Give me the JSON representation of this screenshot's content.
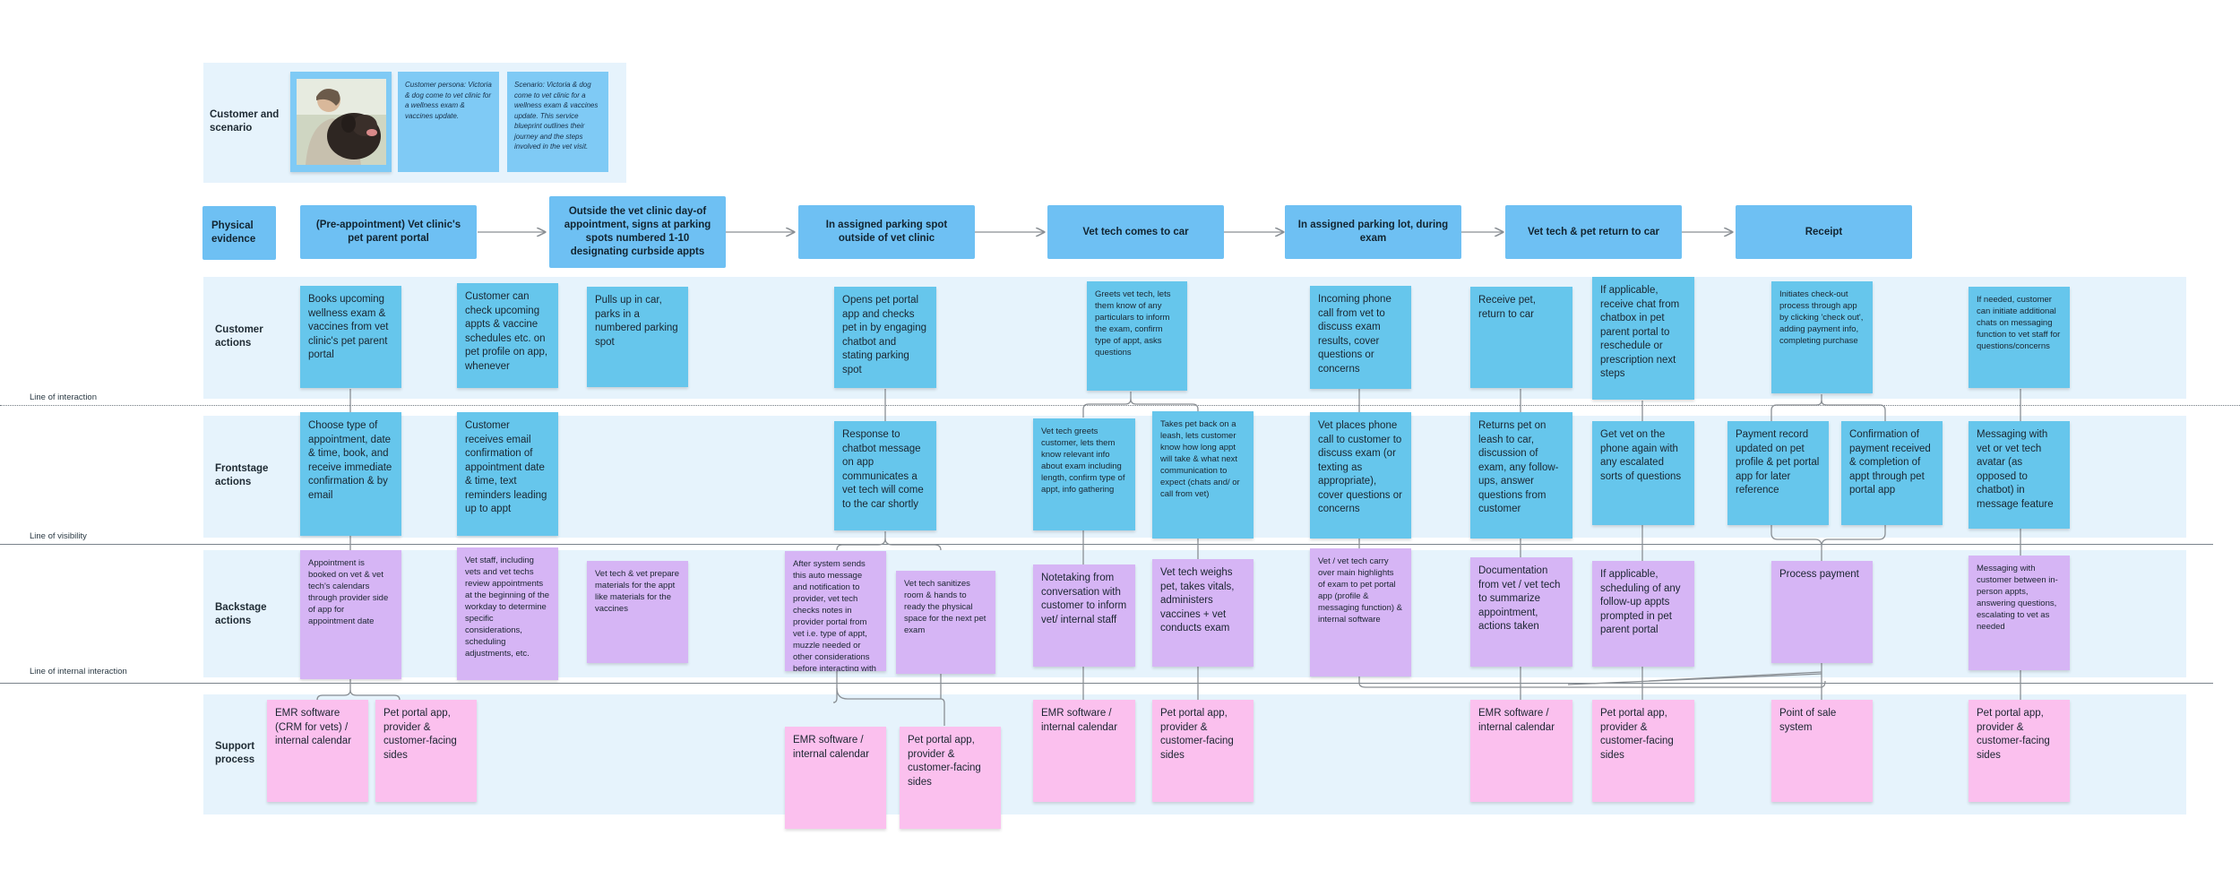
{
  "rows": {
    "customer_scenario": "Customer and scenario",
    "physical_evidence": "Physical evidence",
    "customer_actions": "Customer actions",
    "frontstage_actions": "Frontstage actions",
    "backstage_actions": "Backstage actions",
    "support_process": "Support process"
  },
  "lines": {
    "interaction": "Line of interaction",
    "visibility": "Line of visibility",
    "internal_interaction": "Line of internal interaction"
  },
  "scenario": {
    "photo_alt": "Photo of Victoria and her dog",
    "persona": "Customer persona: Victoria & dog come to vet clinic for a wellness exam & vaccines update.",
    "scenario": "Scenario: Victoria & dog come to vet clinic for a wellness exam & vaccines update. This service blueprint outlines their journey and the steps involved in the vet visit."
  },
  "physical_evidence": [
    "(Pre-appointment) Vet clinic's pet parent portal",
    "Outside the vet clinic day-of appointment, signs at parking spots numbered 1-10 designating curbside appts",
    "In assigned parking spot outside of vet clinic",
    "Vet tech comes to car",
    "In assigned parking lot, during exam",
    "Vet tech & pet return to car",
    "Receipt"
  ],
  "customer_actions": [
    "Books upcoming wellness exam & vaccines from vet clinic's pet parent portal",
    "Customer can check upcoming appts & vaccine schedules etc. on pet profile on app, whenever",
    "Pulls up in car, parks in a numbered parking spot",
    "Opens pet portal app and checks pet in by engaging chatbot and stating parking spot",
    "Greets vet tech, lets them know of any particulars to inform the exam, confirm type of appt, asks questions",
    "Incoming phone call from vet to discuss exam results, cover questions or concerns",
    "Receive pet, return to car",
    "If applicable, receive chat from chatbox in pet parent portal to reschedule or prescription next steps",
    "Initiates check-out process through app by clicking 'check out', adding payment info, completing purchase",
    "If needed, customer can initiate additional chats on messaging function to vet staff for questions/concerns"
  ],
  "frontstage_actions": [
    "Choose type of appointment, date & time, book, and receive immediate confirmation & by email",
    "Customer receives email confirmation of appointment date & time, text reminders leading up to appt",
    "Response to chatbot message on app communicates a vet tech will come to the car shortly",
    "Vet tech greets customer, lets them know relevant info about exam including length, confirm type of appt, info gathering",
    "Takes pet back on a leash, lets customer know how long appt will take & what next communication to expect (chats and/ or call from vet)",
    "Vet places phone call to customer to discuss exam (or texting as appropriate), cover questions or concerns",
    "Returns pet on leash to car, discussion of exam, any follow-ups, answer questions from customer",
    "Get vet on the phone again with any escalated sorts of questions",
    "Payment record updated on pet profile & pet portal app for later reference",
    "Confirmation of payment received & completion of appt through pet portal app",
    "Messaging with vet or vet tech avatar (as opposed to chatbot) in message feature"
  ],
  "backstage_actions": [
    "Appointment is booked on vet & vet tech's calendars through provider side of app for appointment date",
    "Vet staff, including vets and vet techs review appointments at the beginning of the workday to determine specific considerations, scheduling adjustments, etc.",
    "Vet tech & vet prepare materials for the appt like materials for the vaccines",
    "After system sends this auto message and notification to provider, vet tech checks notes in provider portal from vet i.e. type of appt, muzzle needed or other considerations before interacting with pet",
    "Vet tech sanitizes room & hands to ready the physical space for the next pet exam",
    "Notetaking from conversation with customer to inform vet/ internal staff",
    "Vet tech weighs pet, takes vitals, administers vaccines + vet conducts exam",
    "Vet / vet tech carry over main highlights of exam to pet portal app (profile & messaging function) & internal software",
    "Documentation from vet / vet tech to summarize appointment, actions taken",
    "If applicable, scheduling of any follow-up appts prompted in pet parent portal",
    "Process payment",
    "Messaging with customer between in-person appts, answering questions, escalating to vet as needed"
  ],
  "support_process": [
    "EMR software (CRM for vets) / internal calendar",
    "Pet portal app, provider & customer-facing sides",
    "EMR software / internal calendar",
    "Pet portal app, provider & customer-facing sides",
    "EMR software / internal calendar",
    "Pet portal app, provider & customer-facing sides",
    "EMR software / internal calendar",
    "Pet portal app, provider & customer-facing sides",
    "Point of sale system",
    "Pet portal app, provider & customer-facing sides"
  ],
  "colors": {
    "band": "#e6f3fc",
    "physical_evidence": "#6ec0f3",
    "customer_sticky": "#66c6ec",
    "backstage_sticky": "#d6b5f5",
    "support_sticky": "#fbc0ee",
    "connector": "#8a8f94"
  }
}
